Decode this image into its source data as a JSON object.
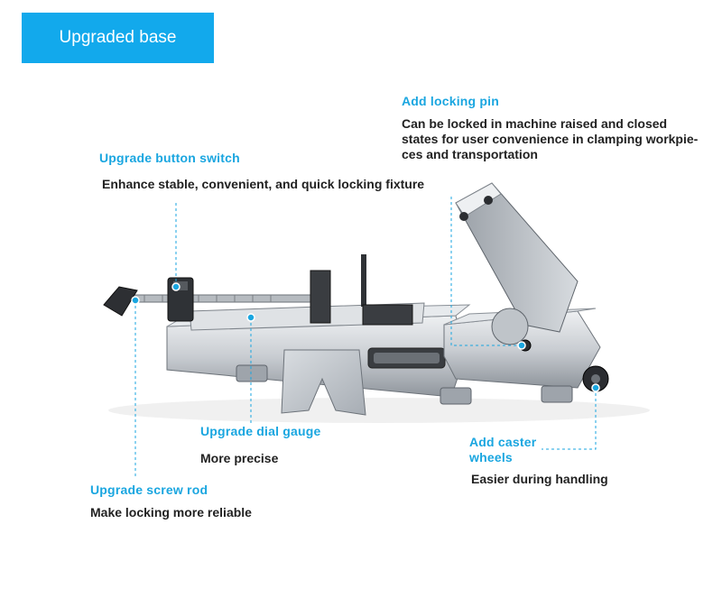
{
  "header": {
    "badge_label": "Upgraded base"
  },
  "features": {
    "locking_pin": {
      "title": "Add locking pin",
      "desc": "Can be locked in machine raised and closed states for user convenience in clamping workpie-ces and transportation"
    },
    "button_switch": {
      "title": "Upgrade button switch",
      "desc": "Enhance stable, convenient, and quick locking fixture"
    },
    "dial_gauge": {
      "title": "Upgrade dial gauge",
      "desc": "More precise"
    },
    "caster_wheels": {
      "title": "Add caster wheels",
      "desc": "Easier during handling"
    },
    "screw_rod": {
      "title": "Upgrade screw rod",
      "desc": "Make locking more reliable"
    }
  },
  "colors": {
    "accent": "#12a9ec",
    "text": "#222222",
    "callout": "#1aa6e0"
  }
}
